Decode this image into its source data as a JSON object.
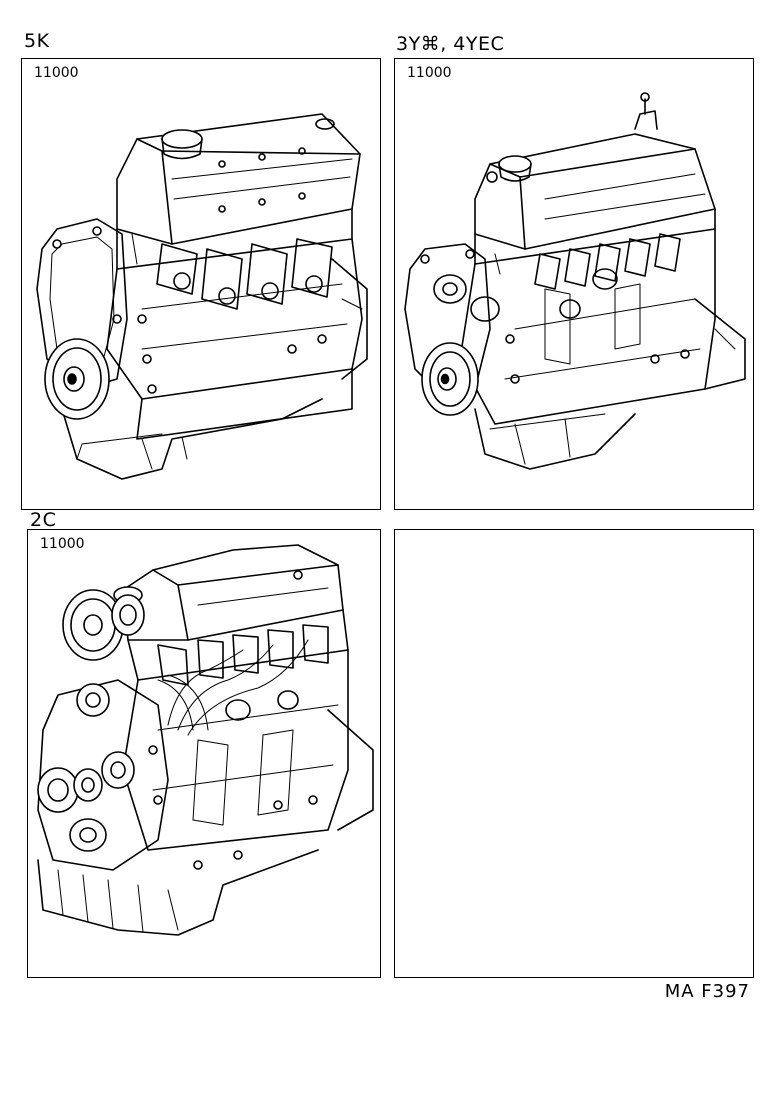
{
  "headings": {
    "top_left": "5K",
    "top_right": "3Y⌘, 4YEC",
    "bottom_left": "2C"
  },
  "panels": {
    "engine_5k": {
      "part_number": "11000",
      "icon": "engine-5k-drawing"
    },
    "engine_3y_4yec": {
      "part_number": "11000",
      "icon": "engine-3y-4yec-drawing"
    },
    "engine_2c": {
      "part_number": "11000",
      "icon": "engine-2c-drawing"
    },
    "empty": {}
  },
  "footer": {
    "code": "MA  F397"
  }
}
